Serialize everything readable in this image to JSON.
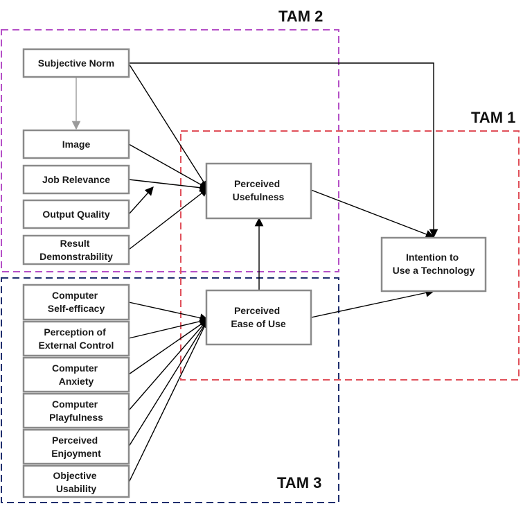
{
  "groups": {
    "tam1": {
      "title": "TAM 1",
      "color": "#e0505a"
    },
    "tam2": {
      "title": "TAM 2",
      "color": "#b44fc6"
    },
    "tam3": {
      "title": "TAM 3",
      "color": "#1f2e6e"
    }
  },
  "nodes": {
    "subjective_norm": [
      "Subjective Norm"
    ],
    "image": [
      "Image"
    ],
    "job_relevance": [
      "Job Relevance"
    ],
    "output_quality": [
      "Output Quality"
    ],
    "result_demonstrability": [
      "Result",
      "Demonstrability"
    ],
    "perceived_usefulness": [
      "Perceived",
      "Usefulness"
    ],
    "perceived_ease_of_use": [
      "Perceived",
      "Ease of Use"
    ],
    "intention_to_use": [
      "Intention to",
      "Use a Technology"
    ],
    "computer_self_efficacy": [
      "Computer",
      "Self-efficacy"
    ],
    "perception_external_control": [
      "Perception of",
      "External Control"
    ],
    "computer_anxiety": [
      "Computer",
      "Anxiety"
    ],
    "computer_playfulness": [
      "Computer",
      "Playfulness"
    ],
    "perceived_enjoyment": [
      "Perceived",
      "Enjoyment"
    ],
    "objective_usability": [
      "Objective",
      "Usability"
    ]
  },
  "edges": [
    {
      "from": "subjective_norm",
      "to": "image",
      "style": "gray"
    },
    {
      "from": "subjective_norm",
      "to": "perceived_usefulness"
    },
    {
      "from": "subjective_norm",
      "to": "intention_to_use"
    },
    {
      "from": "image",
      "to": "perceived_usefulness"
    },
    {
      "from": "job_relevance",
      "to": "perceived_usefulness"
    },
    {
      "from": "output_quality",
      "to": "job_relevance_pu_link"
    },
    {
      "from": "result_demonstrability",
      "to": "perceived_usefulness"
    },
    {
      "from": "perceived_usefulness",
      "to": "intention_to_use"
    },
    {
      "from": "perceived_ease_of_use",
      "to": "perceived_usefulness"
    },
    {
      "from": "perceived_ease_of_use",
      "to": "intention_to_use"
    },
    {
      "from": "computer_self_efficacy",
      "to": "perceived_ease_of_use"
    },
    {
      "from": "perception_external_control",
      "to": "perceived_ease_of_use"
    },
    {
      "from": "computer_anxiety",
      "to": "perceived_ease_of_use"
    },
    {
      "from": "computer_playfulness",
      "to": "perceived_ease_of_use"
    },
    {
      "from": "perceived_enjoyment",
      "to": "perceived_ease_of_use"
    },
    {
      "from": "objective_usability",
      "to": "perceived_ease_of_use"
    }
  ]
}
